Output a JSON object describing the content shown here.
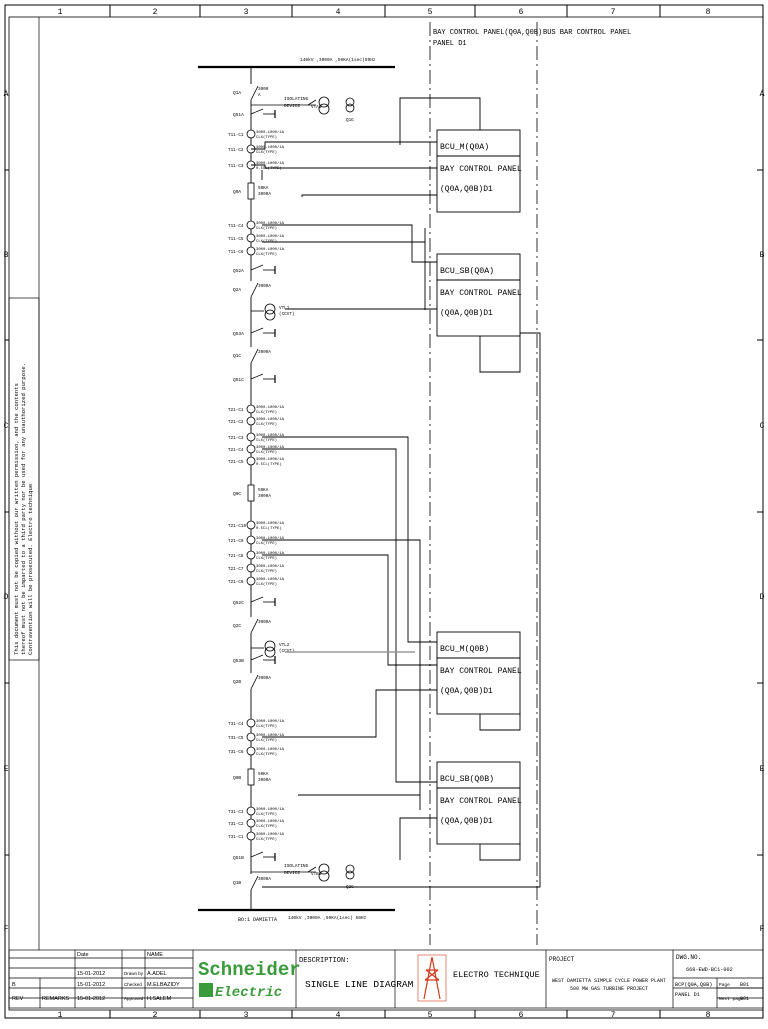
{
  "frame": {
    "columns": [
      "1",
      "2",
      "3",
      "4",
      "5",
      "6",
      "7",
      "8"
    ],
    "rows": [
      "A",
      "B",
      "C",
      "D",
      "E",
      "F"
    ]
  },
  "side_note": {
    "lines": [
      "This document must not be copied without our written permission, and the contents",
      "thereof must not be imparted to a third party nor be used for any unauthorized purpose.",
      "Contravention will be prosecuted. Electro technique"
    ]
  },
  "headers": {
    "bay_panel": "BAY CONTROL PANEL(Q0A,Q0B)",
    "bay_panel_sub": "PANEL D1",
    "busbar_panel": "BUS BAR CONTROL PANEL"
  },
  "bus": {
    "top_label": "140kV ,3000A ,50KA(1sec)50Hz",
    "bottom_label": "140kV ,3000A ,50KA(1sec) 50Hz",
    "bottom_name": "BO:1 DAMIETTA"
  },
  "devices": [
    {
      "tag": "Q1A",
      "rating": "3000 A"
    },
    {
      "tag": "Q51A",
      "rating": ""
    },
    {
      "tag": "Q0A",
      "rating": "50KA 3000A"
    },
    {
      "tag": "Q52A",
      "rating": ""
    },
    {
      "tag": "Q2A",
      "rating": "3000A"
    },
    {
      "tag": "Q53A",
      "rating": ""
    },
    {
      "tag": "Q1C",
      "rating": "3000A"
    },
    {
      "tag": "Q51C",
      "rating": ""
    },
    {
      "tag": "Q0C",
      "rating": "50KA 3000A"
    },
    {
      "tag": "Q52C",
      "rating": ""
    },
    {
      "tag": "Q2C",
      "rating": "3000A"
    },
    {
      "tag": "Q53B",
      "rating": ""
    },
    {
      "tag": "Q2B",
      "rating": "3000A"
    },
    {
      "tag": "Q0B",
      "rating": "50KA 3000A"
    },
    {
      "tag": "Q51B",
      "rating": ""
    },
    {
      "tag": "Q1B",
      "rating": "3000A"
    }
  ],
  "cts": [
    {
      "tag": "T11-C1",
      "spec": "3000-1000/1A CLX(TYPE)"
    },
    {
      "tag": "T11-C2",
      "spec": "3000-1000/1A CLX(TYPE)"
    },
    {
      "tag": "T11-C3",
      "spec": "3000-1000/1A 0.5CL(TYPE)"
    },
    {
      "tag": "T11-C4",
      "spec": "3000-1000/1A CLX(TYPE)"
    },
    {
      "tag": "T11-C5",
      "spec": "3000-1000/1A CLX(TYPE)"
    },
    {
      "tag": "T11-C6",
      "spec": "3000-1000/1A CLX(TYPE)"
    },
    {
      "tag": "T21-C1",
      "spec": "3000-1000/1A CLX(TYPE)"
    },
    {
      "tag": "T21-C2",
      "spec": "3000-1000/1A CLX(TYPE)"
    },
    {
      "tag": "T21-C3",
      "spec": "3000-1000/1A CLX(TYPE)"
    },
    {
      "tag": "T21-C4",
      "spec": "3000-1000/1A CLX(TYPE)"
    },
    {
      "tag": "T21-C5",
      "spec": "3000-1000/1A 0.5CL(TYPE)"
    },
    {
      "tag": "T21-C10",
      "spec": "3000-1000/1A 0.5CL(TYPE)"
    },
    {
      "tag": "T21-C9",
      "spec": "3000-1000/1A CLX(TYPE)"
    },
    {
      "tag": "T21-C8",
      "spec": "3000-1000/1A CLX(TYPE)"
    },
    {
      "tag": "T21-C7",
      "spec": "3000-1000/1A CLX(TYPE)"
    },
    {
      "tag": "T21-C6",
      "spec": "3000-1000/1A CLX(TYPE)"
    },
    {
      "tag": "T31-C4",
      "spec": "3000-1000/1A CLX(TYPE)"
    },
    {
      "tag": "T31-C5",
      "spec": "3000-1000/1A CLX(TYPE)"
    },
    {
      "tag": "T31-C6",
      "spec": "3000-1000/1A CLX(TYPE)"
    },
    {
      "tag": "T31-C3",
      "spec": "3000-1000/1A CLX(TYPE)"
    },
    {
      "tag": "T31-C2",
      "spec": "3000-1000/1A CLX(TYPE)"
    },
    {
      "tag": "T31-C1",
      "spec": "3000-1000/1A CLX(TYPE)"
    }
  ],
  "vts": [
    {
      "tag": "VTA1",
      "spec": "",
      "note": "ISOLATING DEVICE",
      "aux": "Q1G"
    },
    {
      "tag": "VTL1",
      "spec": "(CCVT)"
    },
    {
      "tag": "VTL2",
      "spec": "(CCVT)"
    },
    {
      "tag": "VTB1",
      "spec": "",
      "note": "ISOLATING DEVICE",
      "aux": "Q2G"
    }
  ],
  "bcus": [
    {
      "name": "BCU_M(Q0A)",
      "line1": "BAY CONTROL PANEL",
      "line2": "(Q0A,Q0B)D1"
    },
    {
      "name": "BCU_SB(Q0A)",
      "line1": "BAY CONTROL PANEL",
      "line2": "(Q0A,Q0B)D1"
    },
    {
      "name": "BCU_M(Q0B)",
      "line1": "BAY CONTROL PANEL",
      "line2": "(Q0A,Q0B)D1"
    },
    {
      "name": "BCU_SB(Q0B)",
      "line1": "BAY CONTROL PANEL",
      "line2": "(Q0A,Q0B)D1"
    }
  ],
  "title_block": {
    "headers": {
      "date": "Date",
      "name": "NAME"
    },
    "rows": [
      {
        "rev": "",
        "remark": "",
        "date": "15-01-2012",
        "role": "Drawn by",
        "name": "A.ADEL"
      },
      {
        "rev": "B",
        "remark": "",
        "date": "15-01-2012",
        "role": "Checked",
        "name": "M.ELBAZIDY"
      },
      {
        "rev": "REV",
        "remark": "REMARKS",
        "date": "15-01-2012",
        "role": "Approved",
        "name": "H.SALEM"
      }
    ],
    "company_logo": "Schneider",
    "company_logo_sub": "Electric",
    "description_label": "DESCRIPTION:",
    "description": "SINGLE LINE DIAGRAM",
    "contractor": "ELECTRO TECHNIQUE",
    "project_label": "PROJECT",
    "project_line1": "WEST DAMIETTA SIMPLE CYCLE POWER PLANT",
    "project_line2": "500 MW GAS TURBINE PROJECT",
    "dwg_label": "DWG.NO.",
    "dwg_no": "668-EWD-BC1-002",
    "panel_line1": "BCP(Q0A,Q0B)",
    "panel_line2": "PANEL D1",
    "page_label": "Page",
    "page_value": "B01",
    "nextpage_label": "Next page",
    "nextpage_value": "C01"
  },
  "colors": {
    "line": "#000000",
    "feeder": "#999999"
  }
}
